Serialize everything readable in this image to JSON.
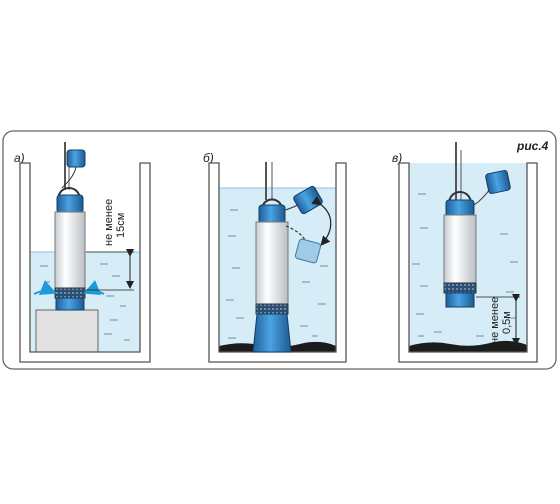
{
  "figure_label": "рис.4",
  "panels": [
    {
      "label": "а)",
      "annotation": [
        "не менее",
        "15см"
      ]
    },
    {
      "label": "б)"
    },
    {
      "label": "в)",
      "annotation": [
        "не менее",
        "0,5м"
      ]
    }
  ],
  "colors": {
    "frame": "#555555",
    "water": "#d6ecf6",
    "pump_blue": "#2d7fc1",
    "pump_body": "#e9ecef",
    "sediment": "#1b1b1b",
    "arrow": "#1e9ad6"
  }
}
